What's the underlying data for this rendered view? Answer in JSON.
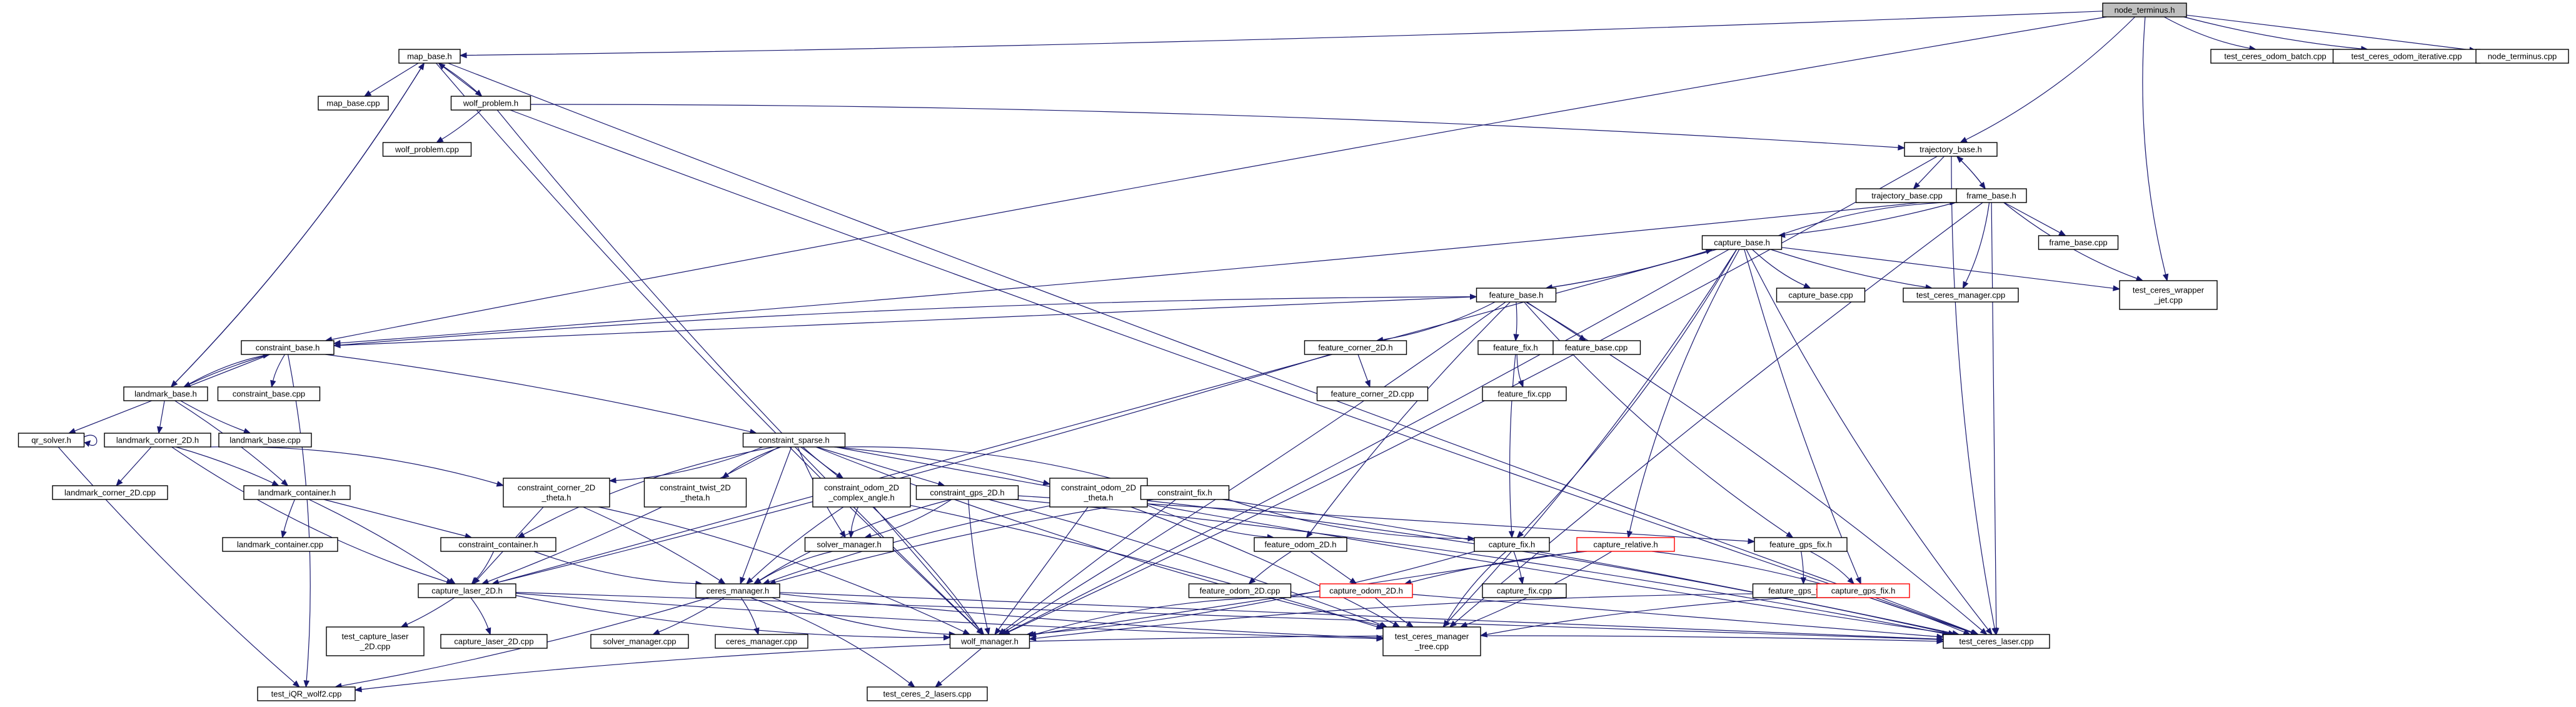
{
  "graph": {
    "title": "node_terminus.h",
    "nodes": [
      {
        "id": "node_terminus_h",
        "lines": [
          "node_terminus.h"
        ],
        "root": true
      },
      {
        "id": "test_ceres_odom_batch_cpp",
        "lines": [
          "test_ceres_odom_batch.cpp"
        ]
      },
      {
        "id": "test_ceres_odom_iterative_cpp",
        "lines": [
          "test_ceres_odom_iterative.cpp"
        ]
      },
      {
        "id": "node_terminus_cpp",
        "lines": [
          "node_terminus.cpp"
        ]
      },
      {
        "id": "map_base_h",
        "lines": [
          "map_base.h"
        ]
      },
      {
        "id": "map_base_cpp",
        "lines": [
          "map_base.cpp"
        ]
      },
      {
        "id": "wolf_problem_h",
        "lines": [
          "wolf_problem.h"
        ]
      },
      {
        "id": "wolf_problem_cpp",
        "lines": [
          "wolf_problem.cpp"
        ]
      },
      {
        "id": "trajectory_base_h",
        "lines": [
          "trajectory_base.h"
        ]
      },
      {
        "id": "trajectory_base_cpp",
        "lines": [
          "trajectory_base.cpp"
        ]
      },
      {
        "id": "frame_base_h",
        "lines": [
          "frame_base.h"
        ]
      },
      {
        "id": "frame_base_cpp",
        "lines": [
          "frame_base.cpp"
        ]
      },
      {
        "id": "capture_base_h",
        "lines": [
          "capture_base.h"
        ]
      },
      {
        "id": "capture_base_cpp",
        "lines": [
          "capture_base.cpp"
        ]
      },
      {
        "id": "test_ceres_manager_cpp",
        "lines": [
          "test_ceres_manager.cpp"
        ]
      },
      {
        "id": "test_ceres_wrapper_jet_cpp",
        "lines": [
          "test_ceres_wrapper",
          "_jet.cpp"
        ]
      },
      {
        "id": "feature_base_h",
        "lines": [
          "feature_base.h"
        ]
      },
      {
        "id": "feature_base_cpp",
        "lines": [
          "feature_base.cpp"
        ]
      },
      {
        "id": "feature_fix_h",
        "lines": [
          "feature_fix.h"
        ]
      },
      {
        "id": "feature_fix_cpp",
        "lines": [
          "feature_fix.cpp"
        ]
      },
      {
        "id": "feature_corner_2D_h",
        "lines": [
          "feature_corner_2D.h"
        ]
      },
      {
        "id": "feature_corner_2D_cpp",
        "lines": [
          "feature_corner_2D.cpp"
        ]
      },
      {
        "id": "constraint_base_h",
        "lines": [
          "constraint_base.h"
        ]
      },
      {
        "id": "constraint_base_cpp",
        "lines": [
          "constraint_base.cpp"
        ]
      },
      {
        "id": "landmark_base_h",
        "lines": [
          "landmark_base.h"
        ]
      },
      {
        "id": "landmark_base_cpp",
        "lines": [
          "landmark_base.cpp"
        ]
      },
      {
        "id": "qr_solver_h",
        "lines": [
          "qr_solver.h"
        ]
      },
      {
        "id": "landmark_corner_2D_h",
        "lines": [
          "landmark_corner_2D.h"
        ]
      },
      {
        "id": "landmark_corner_2D_cpp",
        "lines": [
          "landmark_corner_2D.cpp"
        ]
      },
      {
        "id": "landmark_container_h",
        "lines": [
          "landmark_container.h"
        ]
      },
      {
        "id": "landmark_container_cpp",
        "lines": [
          "landmark_container.cpp"
        ]
      },
      {
        "id": "constraint_sparse_h",
        "lines": [
          "constraint_sparse.h"
        ]
      },
      {
        "id": "constraint_corner_2D_theta_h",
        "lines": [
          "constraint_corner_2D",
          "_theta.h"
        ]
      },
      {
        "id": "constraint_twist_2D_theta_h",
        "lines": [
          "constraint_twist_2D",
          "_theta.h"
        ]
      },
      {
        "id": "constraint_odom_2D_complex_angle_h",
        "lines": [
          "constraint_odom_2D",
          "_complex_angle.h"
        ]
      },
      {
        "id": "constraint_gps_2D_h",
        "lines": [
          "constraint_gps_2D.h"
        ]
      },
      {
        "id": "constraint_odom_2D_theta_h",
        "lines": [
          "constraint_odom_2D",
          "_theta.h"
        ]
      },
      {
        "id": "constraint_fix_h",
        "lines": [
          "constraint_fix.h"
        ]
      },
      {
        "id": "constraint_container_h",
        "lines": [
          "constraint_container.h"
        ]
      },
      {
        "id": "solver_manager_h",
        "lines": [
          "solver_manager.h"
        ]
      },
      {
        "id": "feature_odom_2D_h",
        "lines": [
          "feature_odom_2D.h"
        ]
      },
      {
        "id": "feature_odom_2D_cpp",
        "lines": [
          "feature_odom_2D.cpp"
        ]
      },
      {
        "id": "capture_fix_h",
        "lines": [
          "capture_fix.h"
        ]
      },
      {
        "id": "capture_fix_cpp",
        "lines": [
          "capture_fix.cpp"
        ]
      },
      {
        "id": "capture_relative_h",
        "lines": [
          "capture_relative.h"
        ],
        "red": true
      },
      {
        "id": "capture_odom_2D_h",
        "lines": [
          "capture_odom_2D.h"
        ],
        "red": true
      },
      {
        "id": "feature_gps_fix_h",
        "lines": [
          "feature_gps_fix.h"
        ]
      },
      {
        "id": "feature_gps_fix_cpp",
        "lines": [
          "feature_gps_fix.cpp"
        ]
      },
      {
        "id": "capture_gps_fix_h",
        "lines": [
          "capture_gps_fix.h"
        ],
        "red": true
      },
      {
        "id": "capture_laser_2D_h",
        "lines": [
          "capture_laser_2D.h"
        ]
      },
      {
        "id": "ceres_manager_h",
        "lines": [
          "ceres_manager.h"
        ]
      },
      {
        "id": "test_capture_laser_2D_cpp",
        "lines": [
          "test_capture_laser",
          "_2D.cpp"
        ]
      },
      {
        "id": "capture_laser_2D_cpp",
        "lines": [
          "capture_laser_2D.cpp"
        ]
      },
      {
        "id": "solver_manager_cpp",
        "lines": [
          "solver_manager.cpp"
        ]
      },
      {
        "id": "ceres_manager_cpp",
        "lines": [
          "ceres_manager.cpp"
        ]
      },
      {
        "id": "wolf_manager_h",
        "lines": [
          "wolf_manager.h"
        ]
      },
      {
        "id": "test_ceres_manager_tree_cpp",
        "lines": [
          "test_ceres_manager",
          "_tree.cpp"
        ]
      },
      {
        "id": "test_ceres_laser_cpp",
        "lines": [
          "test_ceres_laser.cpp"
        ]
      },
      {
        "id": "test_iQR_wolf2_cpp",
        "lines": [
          "test_iQR_wolf2.cpp"
        ]
      },
      {
        "id": "test_ceres_2_lasers_cpp",
        "lines": [
          "test_ceres_2_lasers.cpp"
        ]
      }
    ],
    "edges": [
      [
        "node_terminus_h",
        "test_ceres_odom_batch_cpp"
      ],
      [
        "node_terminus_h",
        "test_ceres_odom_iterative_cpp"
      ],
      [
        "node_terminus_h",
        "node_terminus_cpp"
      ],
      [
        "node_terminus_h",
        "map_base_h"
      ],
      [
        "node_terminus_h",
        "trajectory_base_h"
      ],
      [
        "node_terminus_h",
        "test_ceres_wrapper_jet_cpp"
      ],
      [
        "node_terminus_h",
        "constraint_base_h"
      ],
      [
        "map_base_h",
        "map_base_cpp"
      ],
      [
        "map_base_h",
        "wolf_problem_h"
      ],
      [
        "map_base_h",
        "landmark_base_h"
      ],
      [
        "map_base_h",
        "wolf_manager_h"
      ],
      [
        "map_base_h",
        "test_ceres_laser_cpp"
      ],
      [
        "wolf_problem_h",
        "map_base_h"
      ],
      [
        "wolf_problem_h",
        "wolf_problem_cpp"
      ],
      [
        "wolf_problem_h",
        "trajectory_base_h"
      ],
      [
        "wolf_problem_h",
        "wolf_manager_h"
      ],
      [
        "wolf_problem_h",
        "test_ceres_laser_cpp"
      ],
      [
        "trajectory_base_h",
        "trajectory_base_cpp"
      ],
      [
        "trajectory_base_h",
        "frame_base_h"
      ],
      [
        "trajectory_base_h",
        "wolf_manager_h"
      ],
      [
        "trajectory_base_h",
        "test_ceres_laser_cpp"
      ],
      [
        "frame_base_h",
        "trajectory_base_h"
      ],
      [
        "frame_base_h",
        "frame_base_cpp"
      ],
      [
        "frame_base_h",
        "capture_base_h"
      ],
      [
        "frame_base_h",
        "test_ceres_manager_cpp"
      ],
      [
        "frame_base_h",
        "test_ceres_wrapper_jet_cpp"
      ],
      [
        "frame_base_h",
        "test_ceres_manager_tree_cpp"
      ],
      [
        "frame_base_h",
        "test_ceres_laser_cpp"
      ],
      [
        "frame_base_h",
        "constraint_base_h"
      ],
      [
        "capture_base_h",
        "frame_base_h"
      ],
      [
        "capture_base_h",
        "capture_base_cpp"
      ],
      [
        "capture_base_h",
        "test_ceres_manager_cpp"
      ],
      [
        "capture_base_h",
        "test_ceres_wrapper_jet_cpp"
      ],
      [
        "capture_base_h",
        "feature_base_h"
      ],
      [
        "capture_base_h",
        "capture_fix_h"
      ],
      [
        "capture_base_h",
        "capture_relative_h"
      ],
      [
        "capture_base_h",
        "capture_gps_fix_h"
      ],
      [
        "capture_base_h",
        "capture_laser_2D_h"
      ],
      [
        "capture_base_h",
        "wolf_manager_h"
      ],
      [
        "capture_base_h",
        "test_ceres_manager_tree_cpp"
      ],
      [
        "capture_base_h",
        "test_ceres_laser_cpp"
      ],
      [
        "feature_base_h",
        "capture_base_h"
      ],
      [
        "feature_base_h",
        "feature_base_cpp"
      ],
      [
        "feature_base_h",
        "feature_fix_h"
      ],
      [
        "feature_base_h",
        "feature_corner_2D_h"
      ],
      [
        "feature_base_h",
        "feature_gps_fix_h"
      ],
      [
        "feature_base_h",
        "feature_odom_2D_h"
      ],
      [
        "feature_base_h",
        "constraint_base_h"
      ],
      [
        "feature_base_h",
        "wolf_manager_h"
      ],
      [
        "feature_base_h",
        "test_ceres_laser_cpp"
      ],
      [
        "feature_fix_h",
        "feature_fix_cpp"
      ],
      [
        "feature_fix_h",
        "capture_fix_h"
      ],
      [
        "feature_corner_2D_h",
        "feature_corner_2D_cpp"
      ],
      [
        "feature_corner_2D_h",
        "capture_laser_2D_h"
      ],
      [
        "constraint_base_h",
        "feature_base_h"
      ],
      [
        "constraint_base_h",
        "constraint_base_cpp"
      ],
      [
        "constraint_base_h",
        "landmark_base_h"
      ],
      [
        "constraint_base_h",
        "qr_solver_h"
      ],
      [
        "constraint_base_h",
        "constraint_sparse_h"
      ],
      [
        "constraint_base_h",
        "test_iQR_wolf2_cpp"
      ],
      [
        "landmark_base_h",
        "map_base_h"
      ],
      [
        "landmark_base_h",
        "landmark_base_cpp"
      ],
      [
        "landmark_base_h",
        "landmark_corner_2D_h"
      ],
      [
        "landmark_base_h",
        "landmark_container_h"
      ],
      [
        "landmark_base_h",
        "constraint_base_h"
      ],
      [
        "qr_solver_h",
        "qr_solver_h"
      ],
      [
        "qr_solver_h",
        "test_iQR_wolf2_cpp"
      ],
      [
        "landmark_corner_2D_h",
        "landmark_corner_2D_cpp"
      ],
      [
        "landmark_corner_2D_h",
        "landmark_container_h"
      ],
      [
        "landmark_corner_2D_h",
        "constraint_corner_2D_theta_h"
      ],
      [
        "landmark_corner_2D_h",
        "capture_laser_2D_h"
      ],
      [
        "landmark_container_h",
        "landmark_container_cpp"
      ],
      [
        "landmark_container_h",
        "constraint_container_h"
      ],
      [
        "landmark_container_h",
        "capture_laser_2D_h"
      ],
      [
        "constraint_sparse_h",
        "constraint_corner_2D_theta_h"
      ],
      [
        "constraint_sparse_h",
        "constraint_twist_2D_theta_h"
      ],
      [
        "constraint_sparse_h",
        "constraint_odom_2D_complex_angle_h"
      ],
      [
        "constraint_sparse_h",
        "constraint_gps_2D_h"
      ],
      [
        "constraint_sparse_h",
        "constraint_odom_2D_theta_h"
      ],
      [
        "constraint_sparse_h",
        "constraint_fix_h"
      ],
      [
        "constraint_sparse_h",
        "constraint_container_h"
      ],
      [
        "constraint_sparse_h",
        "solver_manager_h"
      ],
      [
        "constraint_sparse_h",
        "ceres_manager_h"
      ],
      [
        "constraint_sparse_h",
        "capture_laser_2D_h"
      ],
      [
        "constraint_sparse_h",
        "wolf_manager_h"
      ],
      [
        "constraint_sparse_h",
        "test_ceres_manager_tree_cpp"
      ],
      [
        "constraint_sparse_h",
        "test_ceres_laser_cpp"
      ],
      [
        "constraint_corner_2D_theta_h",
        "capture_laser_2D_h"
      ],
      [
        "constraint_corner_2D_theta_h",
        "ceres_manager_h"
      ],
      [
        "constraint_corner_2D_theta_h",
        "wolf_manager_h"
      ],
      [
        "constraint_odom_2D_complex_angle_h",
        "solver_manager_h"
      ],
      [
        "constraint_odom_2D_complex_angle_h",
        "ceres_manager_h"
      ],
      [
        "constraint_odom_2D_complex_angle_h",
        "wolf_manager_h"
      ],
      [
        "constraint_odom_2D_complex_angle_h",
        "test_ceres_manager_tree_cpp"
      ],
      [
        "constraint_gps_2D_h",
        "solver_manager_h"
      ],
      [
        "constraint_gps_2D_h",
        "ceres_manager_h"
      ],
      [
        "constraint_gps_2D_h",
        "wolf_manager_h"
      ],
      [
        "constraint_gps_2D_h",
        "feature_gps_fix_h"
      ],
      [
        "constraint_gps_2D_h",
        "test_ceres_manager_tree_cpp"
      ],
      [
        "constraint_gps_2D_h",
        "test_ceres_laser_cpp"
      ],
      [
        "constraint_odom_2D_theta_h",
        "feature_odom_2D_h"
      ],
      [
        "constraint_odom_2D_theta_h",
        "ceres_manager_h"
      ],
      [
        "constraint_odom_2D_theta_h",
        "wolf_manager_h"
      ],
      [
        "constraint_odom_2D_theta_h",
        "test_ceres_manager_tree_cpp"
      ],
      [
        "constraint_odom_2D_theta_h",
        "test_ceres_laser_cpp"
      ],
      [
        "constraint_fix_h",
        "capture_fix_h"
      ],
      [
        "constraint_fix_h",
        "ceres_manager_h"
      ],
      [
        "constraint_fix_h",
        "wolf_manager_h"
      ],
      [
        "constraint_fix_h",
        "test_ceres_laser_cpp"
      ],
      [
        "constraint_container_h",
        "capture_laser_2D_h"
      ],
      [
        "constraint_container_h",
        "ceres_manager_h"
      ],
      [
        "feature_odom_2D_h",
        "feature_odom_2D_cpp"
      ],
      [
        "feature_odom_2D_h",
        "capture_odom_2D_h"
      ],
      [
        "capture_fix_h",
        "capture_fix_cpp"
      ],
      [
        "capture_fix_h",
        "wolf_manager_h"
      ],
      [
        "capture_fix_h",
        "test_ceres_manager_tree_cpp"
      ],
      [
        "capture_relative_h",
        "capture_odom_2D_h"
      ],
      [
        "capture_relative_h",
        "wolf_manager_h"
      ],
      [
        "capture_relative_h",
        "test_ceres_manager_tree_cpp"
      ],
      [
        "capture_relative_h",
        "test_ceres_laser_cpp"
      ],
      [
        "capture_odom_2D_h",
        "wolf_manager_h"
      ],
      [
        "capture_odom_2D_h",
        "test_ceres_manager_tree_cpp"
      ],
      [
        "capture_odom_2D_h",
        "test_ceres_laser_cpp"
      ],
      [
        "feature_gps_fix_h",
        "feature_gps_fix_cpp"
      ],
      [
        "feature_gps_fix_h",
        "capture_gps_fix_h"
      ],
      [
        "capture_gps_fix_h",
        "wolf_manager_h"
      ],
      [
        "capture_gps_fix_h",
        "test_ceres_manager_tree_cpp"
      ],
      [
        "capture_gps_fix_h",
        "test_ceres_laser_cpp"
      ],
      [
        "capture_laser_2D_h",
        "test_capture_laser_2D_cpp"
      ],
      [
        "capture_laser_2D_h",
        "capture_laser_2D_cpp"
      ],
      [
        "capture_laser_2D_h",
        "wolf_manager_h"
      ],
      [
        "capture_laser_2D_h",
        "test_ceres_manager_tree_cpp"
      ],
      [
        "capture_laser_2D_h",
        "test_ceres_laser_cpp"
      ],
      [
        "ceres_manager_h",
        "solver_manager_cpp"
      ],
      [
        "ceres_manager_h",
        "ceres_manager_cpp"
      ],
      [
        "ceres_manager_h",
        "wolf_manager_h"
      ],
      [
        "ceres_manager_h",
        "test_ceres_manager_tree_cpp"
      ],
      [
        "ceres_manager_h",
        "test_ceres_laser_cpp"
      ],
      [
        "ceres_manager_h",
        "test_iQR_wolf2_cpp"
      ],
      [
        "ceres_manager_h",
        "test_ceres_2_lasers_cpp"
      ],
      [
        "solver_manager_h",
        "ceres_manager_h"
      ],
      [
        "wolf_manager_h",
        "test_iQR_wolf2_cpp"
      ],
      [
        "wolf_manager_h",
        "test_ceres_2_lasers_cpp"
      ],
      [
        "wolf_manager_h",
        "test_ceres_laser_cpp"
      ]
    ]
  }
}
